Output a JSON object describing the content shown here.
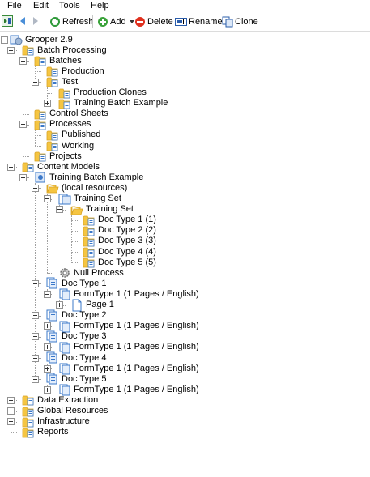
{
  "menu": [
    "File",
    "Edit",
    "Tools",
    "Help"
  ],
  "toolbar": {
    "refresh": "Refresh",
    "add": "Add",
    "delete": "Delete",
    "rename": "Rename",
    "clone": "Clone"
  },
  "tree": [
    {
      "level": 0,
      "label": "Grooper 2.9",
      "icon": "grooper-root-icon",
      "expanded": true
    },
    {
      "level": 1,
      "label": "Batch Processing",
      "icon": "batch-processing-folder-icon",
      "expanded": true
    },
    {
      "level": 2,
      "label": "Batches",
      "icon": "batches-folder-icon",
      "expanded": true
    },
    {
      "level": 3,
      "label": "Production",
      "icon": "batch-folder-icon"
    },
    {
      "level": 3,
      "label": "Test",
      "icon": "batch-folder-icon",
      "expanded": true
    },
    {
      "level": 4,
      "label": "Production Clones",
      "icon": "batch-folder-icon"
    },
    {
      "level": 4,
      "label": "Training Batch Example",
      "icon": "batch-folder-icon",
      "collapsed": true
    },
    {
      "level": 2,
      "label": "Control Sheets",
      "icon": "control-sheets-folder-icon"
    },
    {
      "level": 2,
      "label": "Processes",
      "icon": "processes-folder-icon",
      "expanded": true
    },
    {
      "level": 3,
      "label": "Published",
      "icon": "process-folder-icon"
    },
    {
      "level": 3,
      "label": "Working",
      "icon": "process-folder-icon"
    },
    {
      "level": 2,
      "label": "Projects",
      "icon": "projects-folder-icon"
    },
    {
      "level": 1,
      "label": "Content Models",
      "icon": "content-models-folder-icon",
      "expanded": true
    },
    {
      "level": 2,
      "label": "Training Batch Example",
      "icon": "content-model-icon",
      "expanded": true
    },
    {
      "level": 3,
      "label": "(local resources)",
      "icon": "open-folder-icon",
      "expanded": true
    },
    {
      "level": 4,
      "label": "Training Set",
      "icon": "batch-icon",
      "expanded": true
    },
    {
      "level": 5,
      "label": "Training Set",
      "icon": "open-folder-icon",
      "expanded": true
    },
    {
      "level": 6,
      "label": "Doc Type 1 (1)",
      "icon": "document-folder-icon"
    },
    {
      "level": 6,
      "label": "Doc Type 2 (2)",
      "icon": "document-folder-icon"
    },
    {
      "level": 6,
      "label": "Doc Type 3 (3)",
      "icon": "document-folder-icon"
    },
    {
      "level": 6,
      "label": "Doc Type 4 (4)",
      "icon": "document-folder-icon"
    },
    {
      "level": 6,
      "label": "Doc Type 5 (5)",
      "icon": "document-folder-icon"
    },
    {
      "level": 4,
      "label": "Null Process",
      "icon": "gear-icon"
    },
    {
      "level": 3,
      "label": "Doc Type 1",
      "icon": "document-type-icon",
      "expanded": true
    },
    {
      "level": 4,
      "label": "FormType 1 (1 Pages / English)",
      "icon": "form-type-icon",
      "expanded": true
    },
    {
      "level": 5,
      "label": "Page 1",
      "icon": "page-icon",
      "collapsed": true
    },
    {
      "level": 3,
      "label": "Doc Type 2",
      "icon": "document-type-icon",
      "expanded": true
    },
    {
      "level": 4,
      "label": "FormType 1 (1 Pages / English)",
      "icon": "form-type-icon",
      "collapsed": true
    },
    {
      "level": 3,
      "label": "Doc Type 3",
      "icon": "document-type-icon",
      "expanded": true
    },
    {
      "level": 4,
      "label": "FormType 1 (1 Pages / English)",
      "icon": "form-type-icon",
      "collapsed": true
    },
    {
      "level": 3,
      "label": "Doc Type 4",
      "icon": "document-type-icon",
      "expanded": true
    },
    {
      "level": 4,
      "label": "FormType 1 (1 Pages / English)",
      "icon": "form-type-icon",
      "collapsed": true
    },
    {
      "level": 3,
      "label": "Doc Type 5",
      "icon": "document-type-icon",
      "expanded": true
    },
    {
      "level": 4,
      "label": "FormType 1 (1 Pages / English)",
      "icon": "form-type-icon",
      "collapsed": true
    },
    {
      "level": 1,
      "label": "Data Extraction",
      "icon": "data-extraction-folder-icon",
      "collapsed": true
    },
    {
      "level": 1,
      "label": "Global Resources",
      "icon": "global-resources-folder-icon",
      "collapsed": true
    },
    {
      "level": 1,
      "label": "Infrastructure",
      "icon": "infrastructure-folder-icon",
      "collapsed": true
    },
    {
      "level": 1,
      "label": "Reports",
      "icon": "reports-folder-icon"
    }
  ],
  "colors": {
    "folder": "#f5c542",
    "folder_dark": "#d9a322",
    "doc_blue": "#3b78c9",
    "delete_red": "#e0301e",
    "add_green": "#3aa33a"
  }
}
